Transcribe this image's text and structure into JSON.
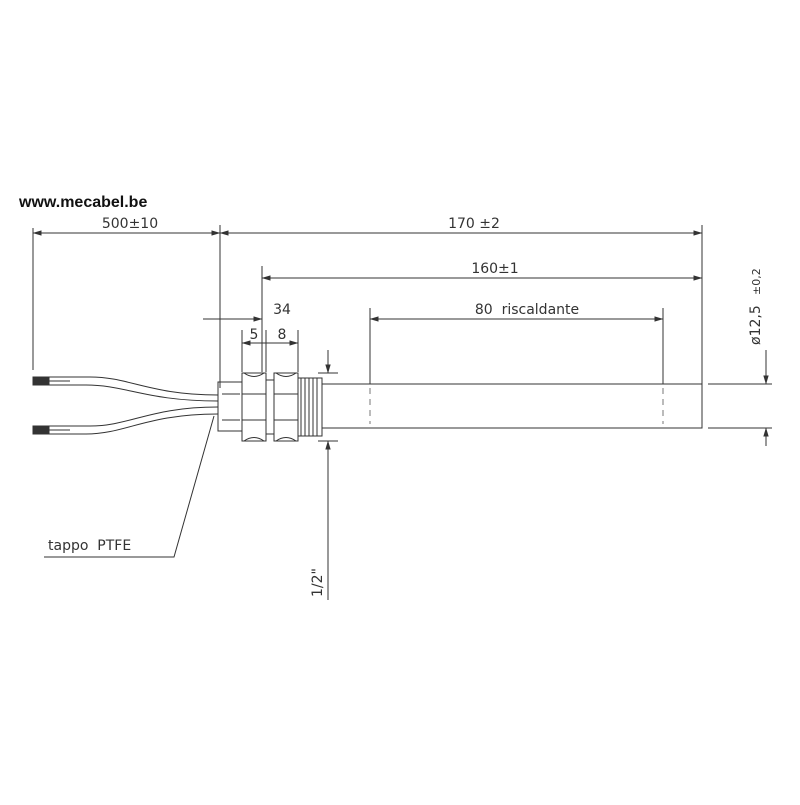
{
  "website": "www.mecabel.be",
  "dimensions": {
    "wire_length": "500±10",
    "total_length": "170 ±2",
    "body_length": "160±1",
    "thread_offset": "34",
    "hex_width": "5",
    "nut_width": "8",
    "heating_zone": "80  riscaldante",
    "diameter_main": "ø12,5",
    "diameter_tol": "±0,2",
    "thread_size": "1/2\""
  },
  "labels": {
    "ptfe_cap": "tappo  PTFE"
  },
  "colors": {
    "line": "#333333",
    "text": "#333333"
  }
}
